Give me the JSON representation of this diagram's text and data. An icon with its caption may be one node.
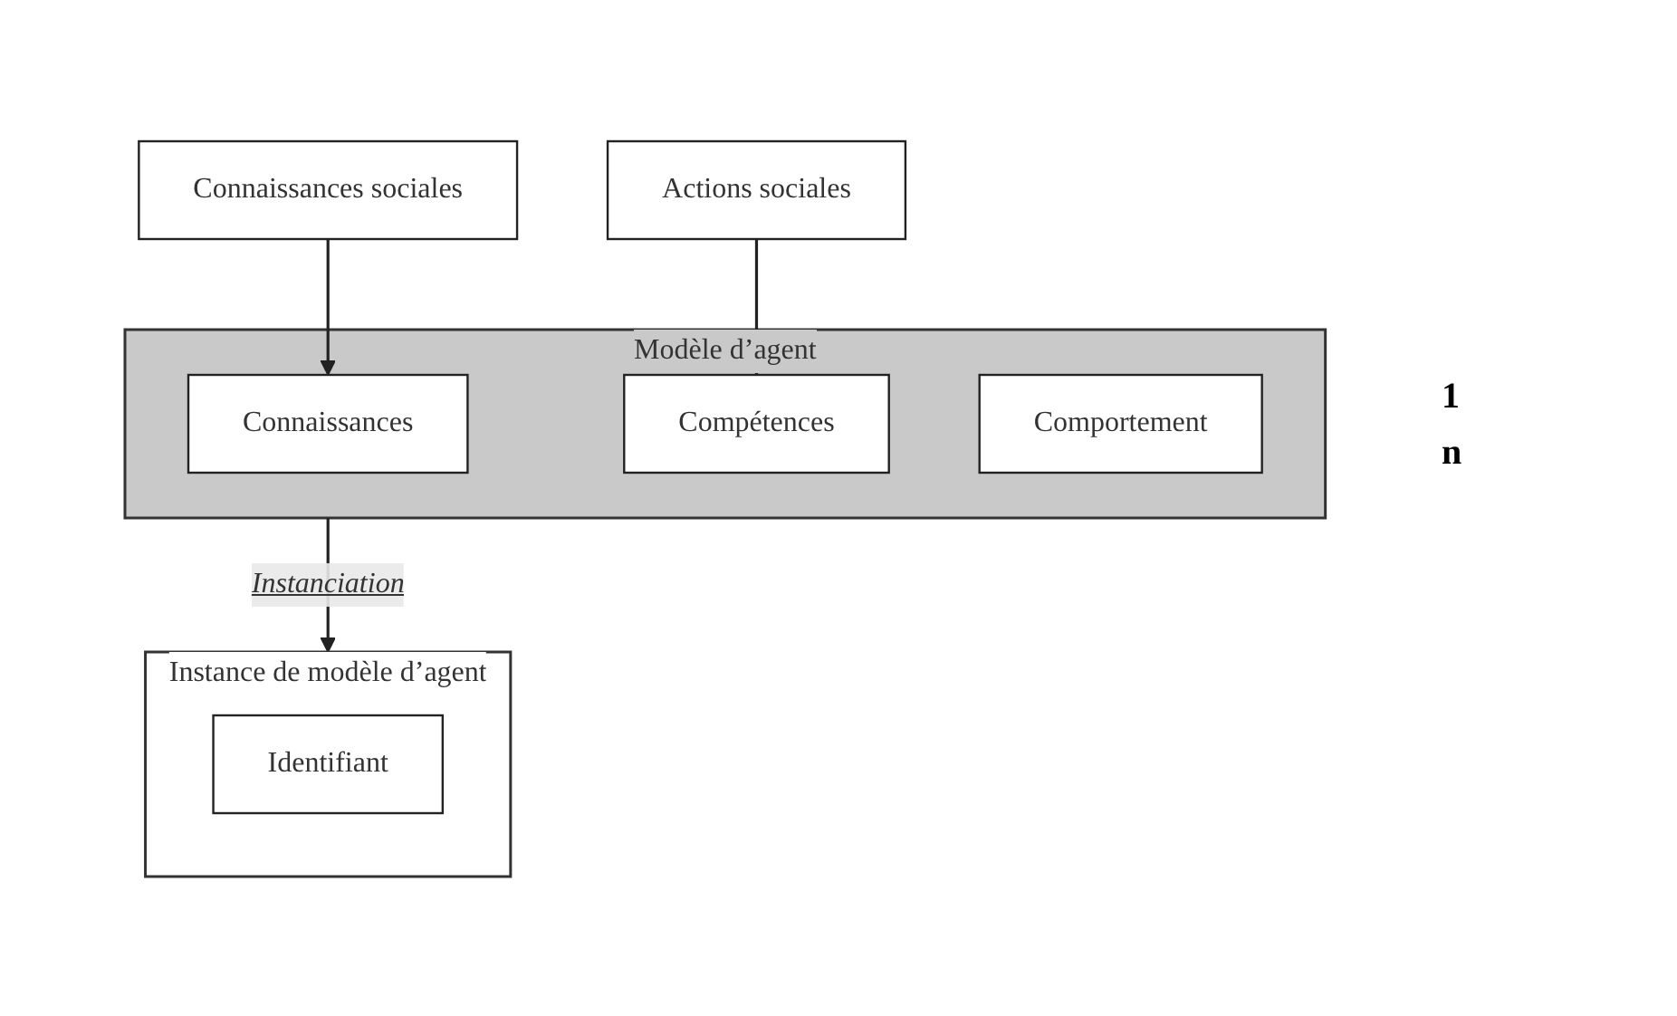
{
  "diagram": {
    "nodes": [
      {
        "text": [
          "Connaissances sociales"
        ]
      },
      {
        "text": [
          "Actions sociales"
        ]
      },
      {
        "text": [
          "Modèle d’agent"
        ]
      },
      {
        "text": [
          "Connaissances"
        ],
        "in": 2
      },
      {
        "text": [
          "Compétences"
        ],
        "in": 2
      },
      {
        "text": [
          "Comportement"
        ],
        "in": 2
      },
      {
        "text": [
          "Instance de modèle d’agent"
        ]
      },
      {
        "text": [
          "Identifiant"
        ],
        "in": 6
      }
    ],
    "edges": [
      {
        "from": 0,
        "to": 3,
        "arrow": "to"
      },
      {
        "from": 1,
        "to": 4,
        "arrow": "to"
      },
      {
        "from": 2,
        "to": 6,
        "arrow": "to",
        "label": "Instanciation"
      }
    ],
    "labels": [
      "1",
      "n"
    ]
  }
}
